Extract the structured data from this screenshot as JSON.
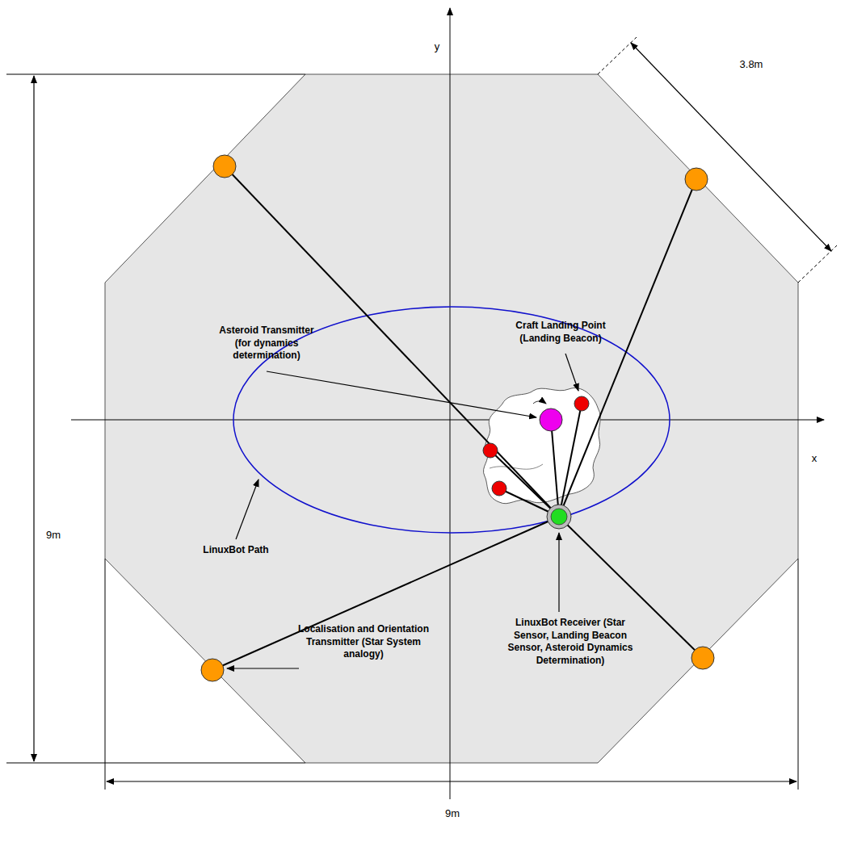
{
  "diagram": {
    "labels": [
      "y",
      "x",
      "3.8m",
      "9m",
      "9m",
      "Craft Landing Point (Landing Beacon)",
      "Asteroid Transmitter (for dynamics determination)",
      "LinuxBot Path",
      "LinuxBot Receiver (Star Sensor, Landing Beacon Sensor, Asteroid Dynamics Determination)",
      "Localisation and Orientation Transmitter (Star System analogy)"
    ]
  }
}
